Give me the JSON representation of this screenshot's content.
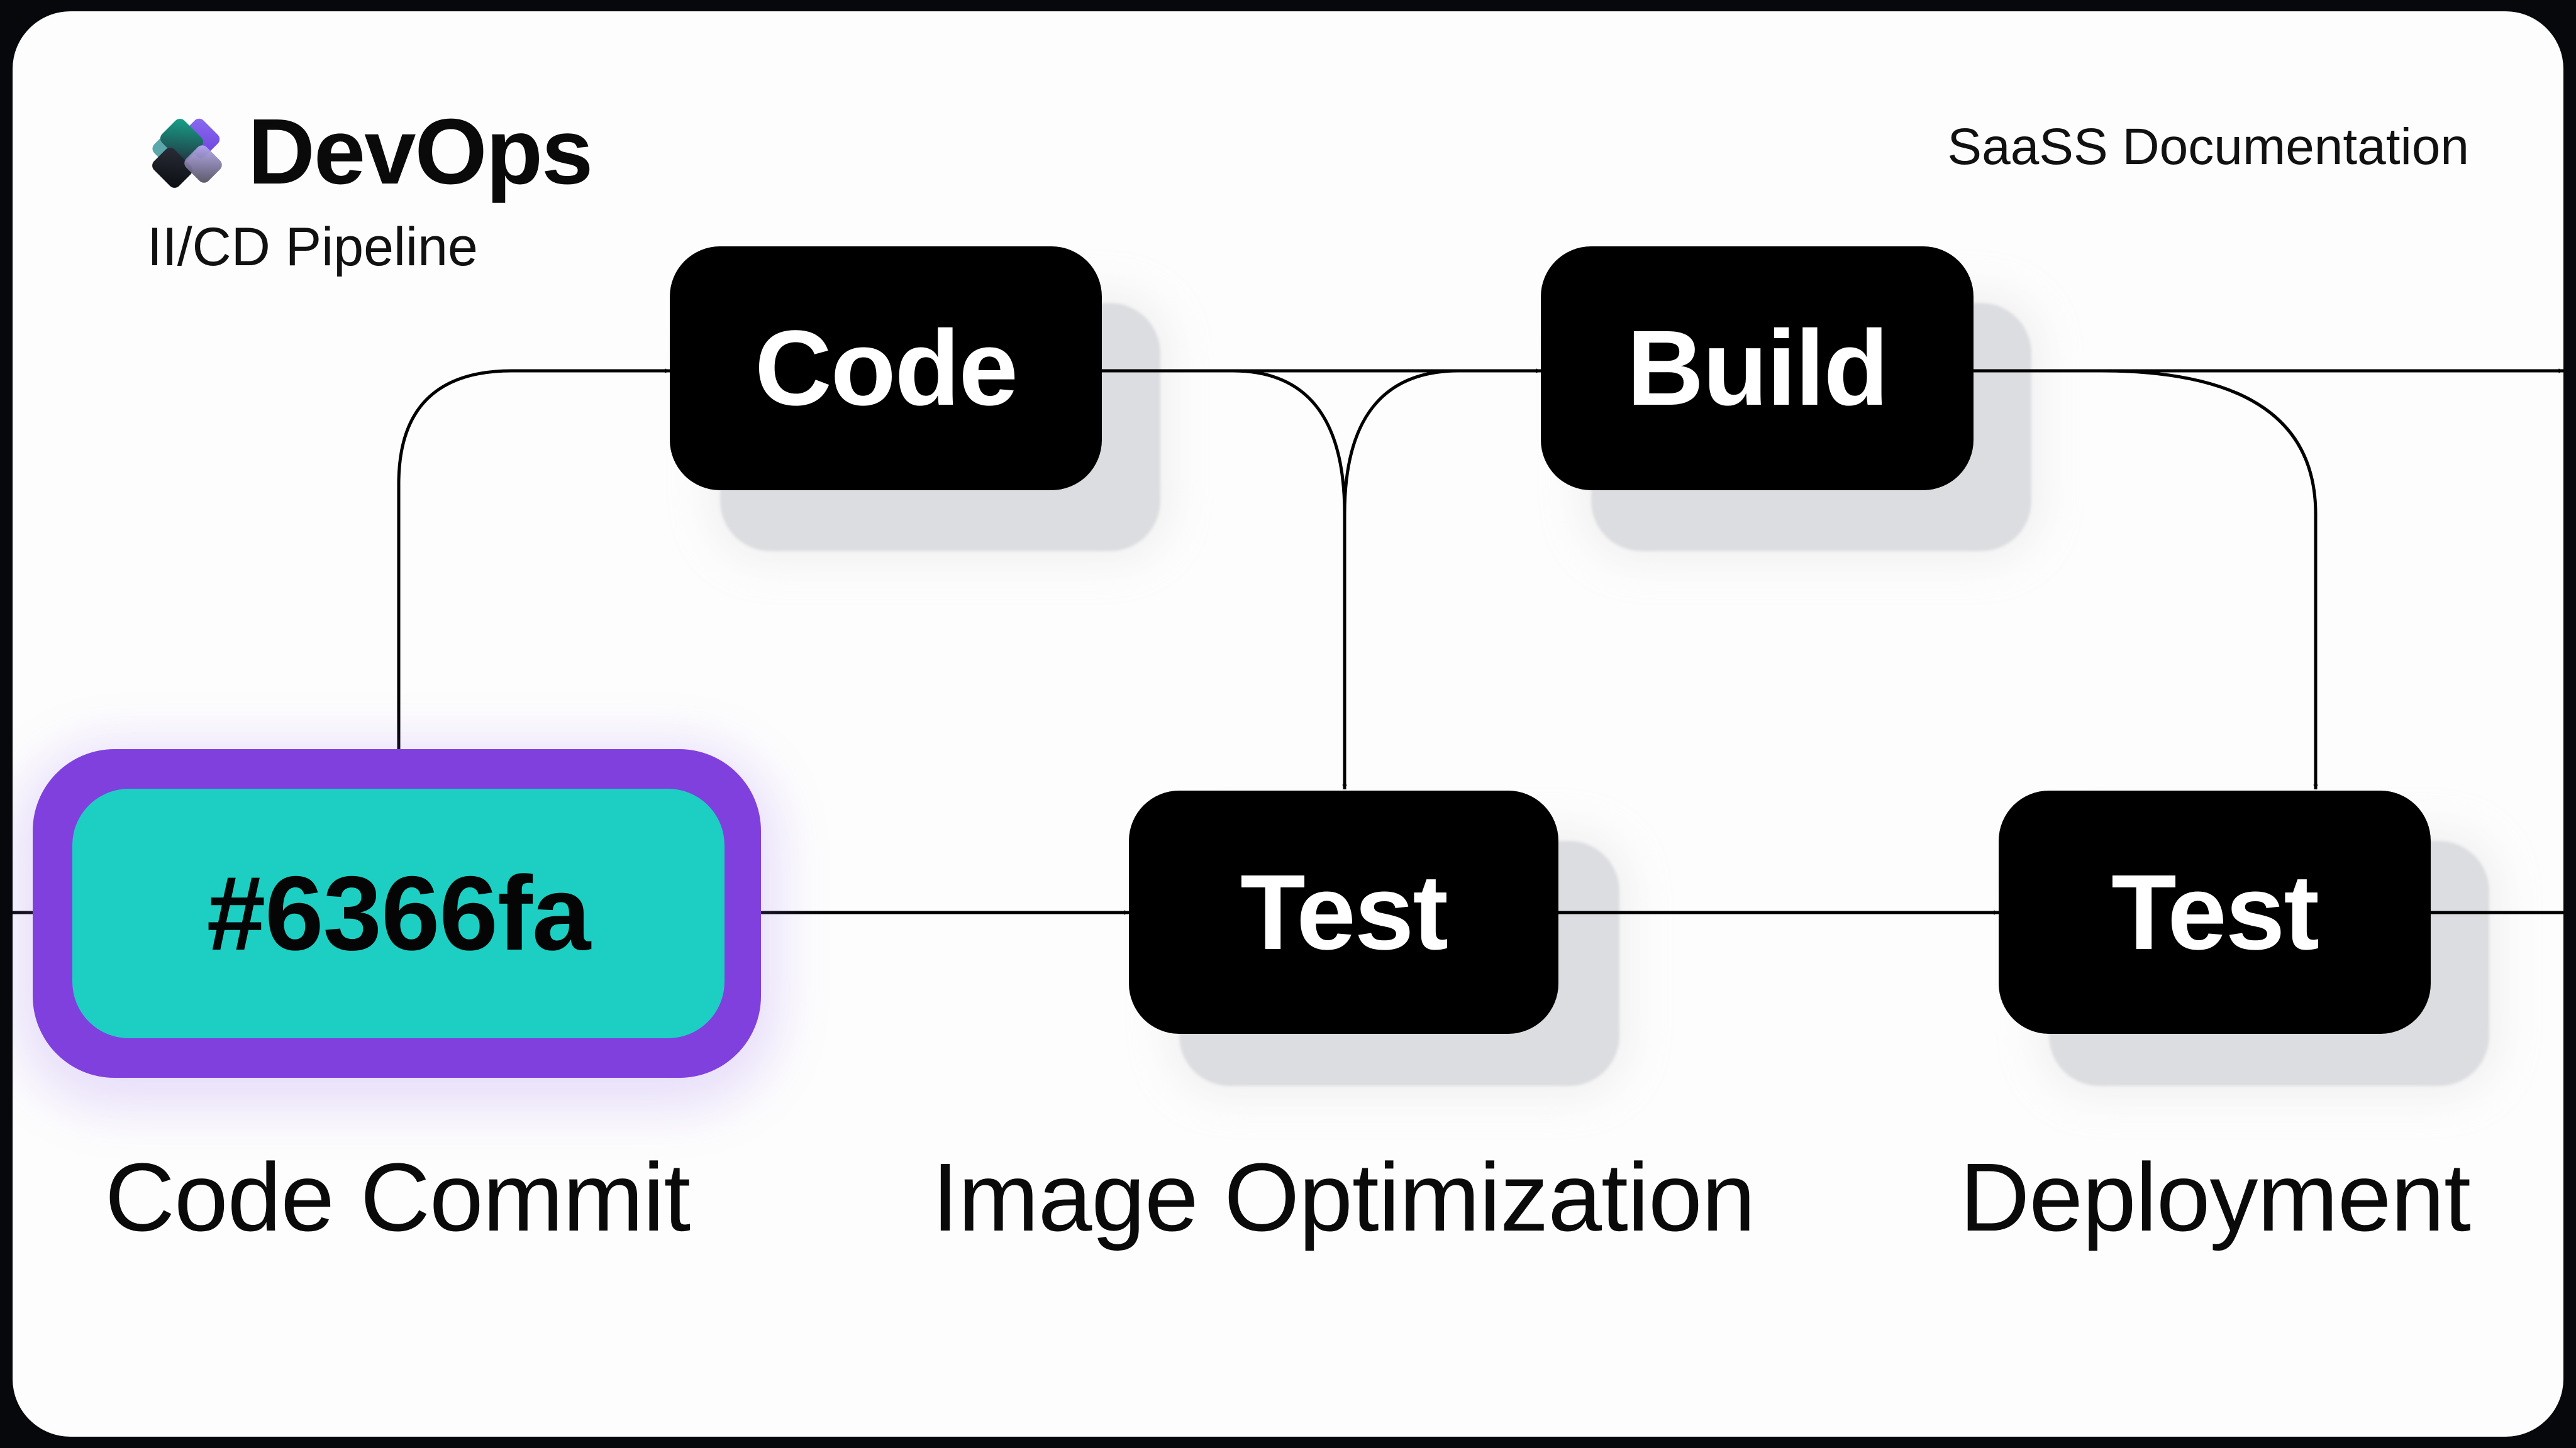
{
  "header": {
    "brand_name": "DevOps",
    "subtitle": "II/CD Pipeline",
    "doc_link": "SaaSS Documentation",
    "logo_icon": "layered-diamond-logo"
  },
  "pipeline": {
    "nodes": [
      {
        "id": "code",
        "label": "Code"
      },
      {
        "id": "build",
        "label": "Build"
      },
      {
        "id": "test-1",
        "label": "Test"
      },
      {
        "id": "test-2",
        "label": "Test"
      }
    ],
    "highlight_node": {
      "label": "#6366fa",
      "fill_color": "#1ccfc2",
      "border_color": "#8040de"
    },
    "stage_labels": [
      "Code Commit",
      "Image Optimization",
      "Deployment"
    ],
    "connections": [
      {
        "from": "commit",
        "to": "code"
      },
      {
        "from": "commit",
        "to": "test-1"
      },
      {
        "from": "code",
        "to": "build"
      },
      {
        "from": "code",
        "to": "test-1"
      },
      {
        "from": "build",
        "to": "test-2"
      },
      {
        "from": "build",
        "to": "exit-right"
      },
      {
        "from": "test-1",
        "to": "test-2"
      },
      {
        "from": "test-2",
        "to": "exit-right"
      }
    ]
  },
  "colors": {
    "frame": "#07080b",
    "card_background": "#fdfdfd",
    "node_fill": "#000000",
    "node_text": "#ffffff",
    "connector": "#000000"
  }
}
